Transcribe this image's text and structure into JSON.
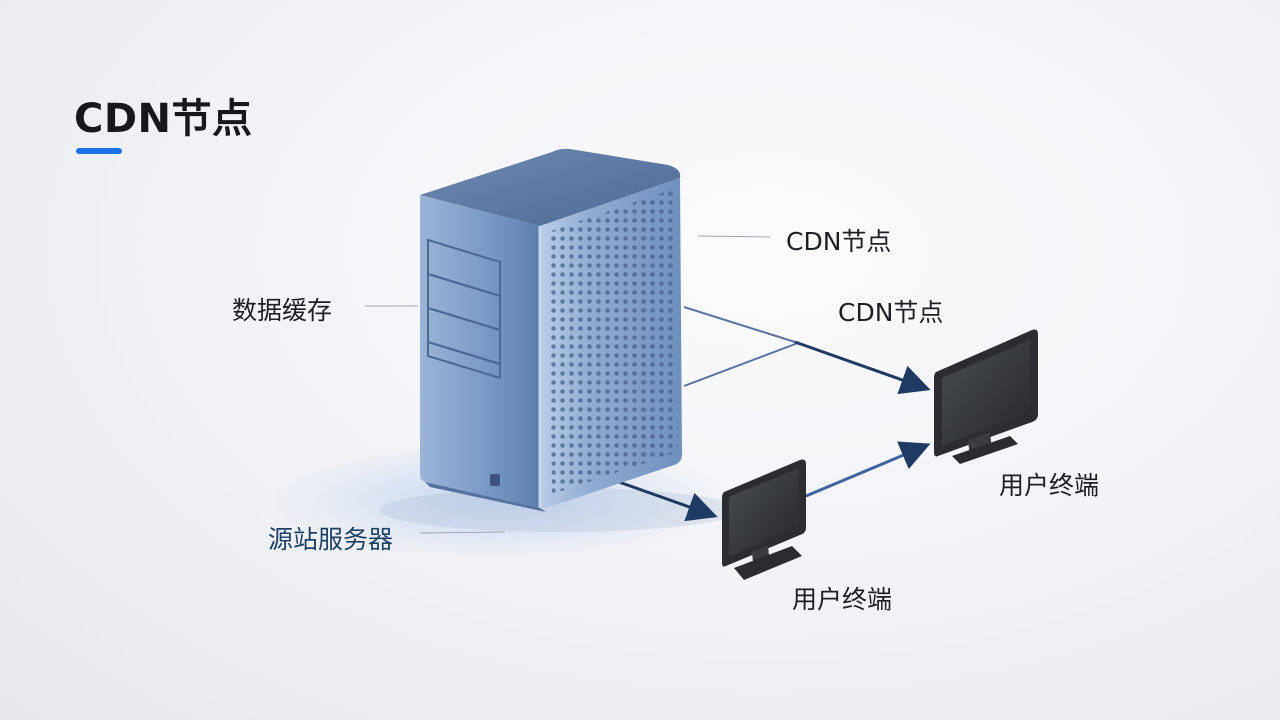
{
  "title": "CDN节点",
  "accent_color": "#1a73e8",
  "nodes": {
    "cdn_node_top": {
      "label": "CDN节点"
    },
    "cdn_node_mid": {
      "label": "CDN节点"
    },
    "data_cache": {
      "label": "数据缓存"
    },
    "origin_server": {
      "label": "源站服务器"
    },
    "user_terminal_right": {
      "label": "用户终端"
    },
    "user_terminal_bottom": {
      "label": "用户终端"
    }
  },
  "colors": {
    "server_body": "#7f9dc6",
    "arrow": "#1f3a63",
    "monitor": "#2d2f33"
  },
  "icons": [
    "server-tower-icon",
    "monitor-icon",
    "monitor-icon"
  ]
}
